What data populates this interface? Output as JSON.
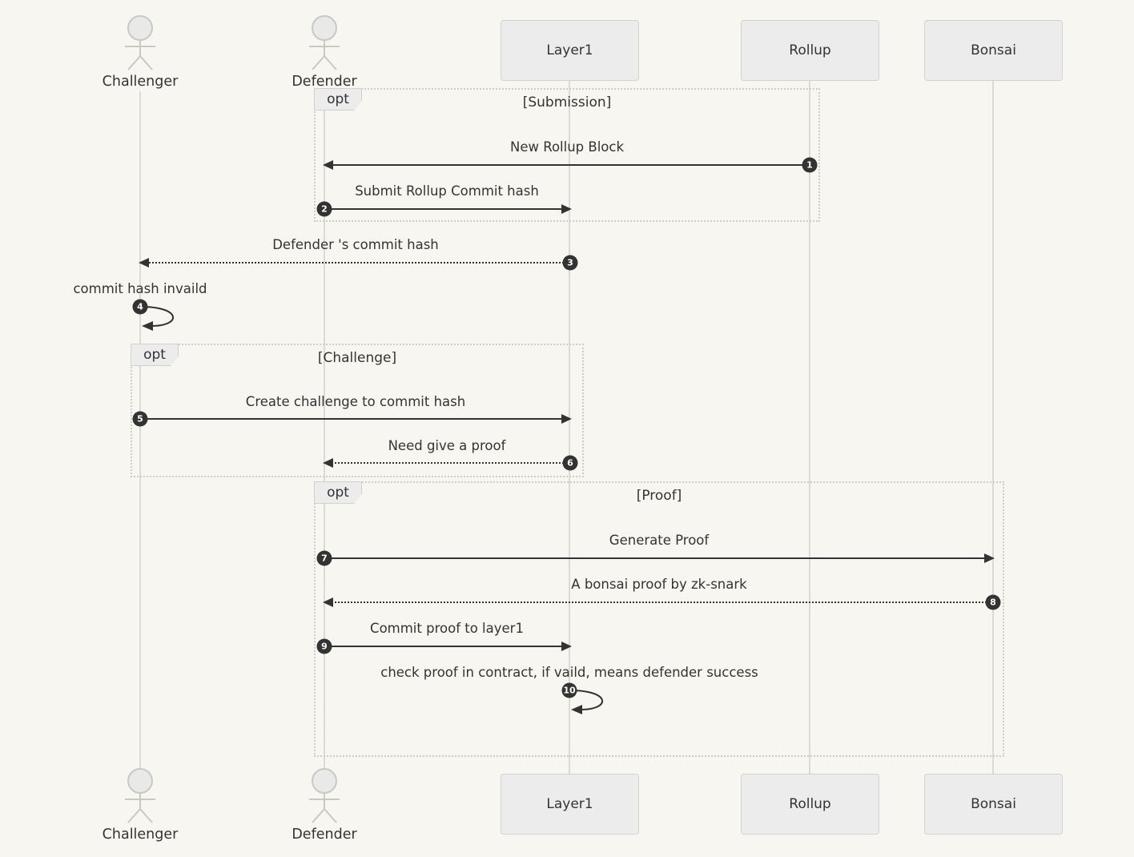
{
  "diagram": {
    "type": "sequence",
    "background": "#f7f6f1",
    "colors": {
      "participant_fill": "#ececec",
      "participant_border": "#d2d2ce",
      "lifeline": "#dbdad6",
      "arrow": "#333333",
      "badge_fill": "#333333",
      "badge_text": "#ffffff",
      "text": "#333333"
    },
    "actors": [
      {
        "name": "Challenger",
        "kind": "actor"
      },
      {
        "name": "Defender",
        "kind": "actor"
      },
      {
        "name": "Layer1",
        "kind": "participant"
      },
      {
        "name": "Rollup",
        "kind": "participant"
      },
      {
        "name": "Bonsai",
        "kind": "participant"
      }
    ],
    "fragments": [
      {
        "operator": "opt",
        "title": "[Submission]"
      },
      {
        "operator": "opt",
        "title": "[Challenge]"
      },
      {
        "operator": "opt",
        "title": "[Proof]"
      }
    ],
    "messages": [
      {
        "num": "1",
        "text": "New Rollup Block",
        "from": "Rollup",
        "to": "Defender",
        "line": "solid"
      },
      {
        "num": "2",
        "text": "Submit Rollup Commit hash",
        "from": "Defender",
        "to": "Layer1",
        "line": "solid"
      },
      {
        "num": "3",
        "text": "Defender 's commit hash",
        "from": "Layer1",
        "to": "Challenger",
        "line": "dashed"
      },
      {
        "num": "4",
        "text": "commit hash invaild",
        "from": "Challenger",
        "to": "Challenger",
        "line": "self"
      },
      {
        "num": "5",
        "text": "Create challenge to commit hash",
        "from": "Challenger",
        "to": "Layer1",
        "line": "solid"
      },
      {
        "num": "6",
        "text": "Need give a proof",
        "from": "Layer1",
        "to": "Defender",
        "line": "dashed"
      },
      {
        "num": "7",
        "text": "Generate Proof",
        "from": "Defender",
        "to": "Bonsai",
        "line": "solid"
      },
      {
        "num": "8",
        "text": "A bonsai proof by zk-snark",
        "from": "Bonsai",
        "to": "Defender",
        "line": "dashed"
      },
      {
        "num": "9",
        "text": "Commit proof to layer1",
        "from": "Defender",
        "to": "Layer1",
        "line": "solid"
      },
      {
        "num": "10",
        "text": "check proof in contract, if vaild, means defender success",
        "from": "Layer1",
        "to": "Layer1",
        "line": "self"
      }
    ]
  }
}
